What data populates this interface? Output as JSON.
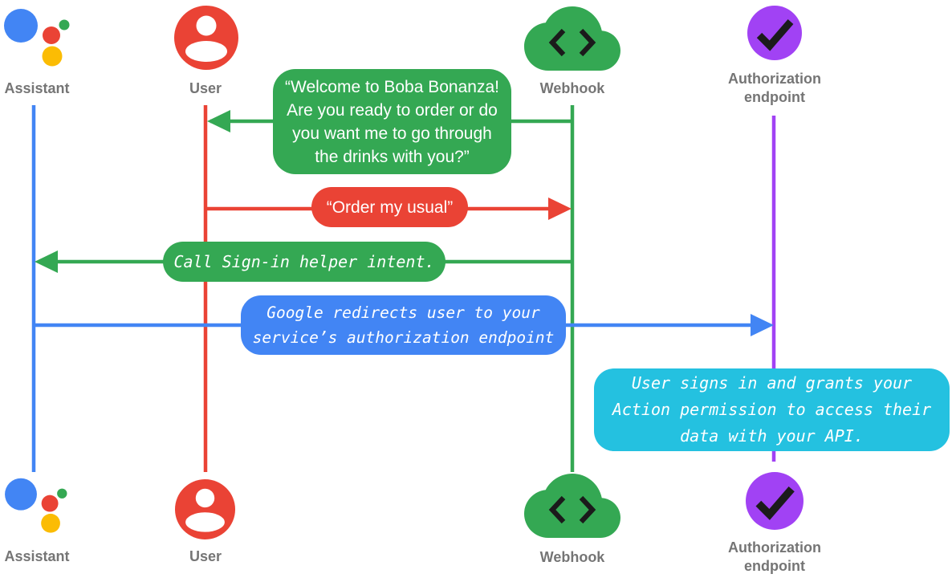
{
  "colors": {
    "assistant_blue": "#4285F4",
    "user_red": "#EA4335",
    "webhook_green": "#34A853",
    "assistant_yellow": "#FBBC04",
    "auth_purple": "#A142F4",
    "note_cyan": "#24C1E0",
    "label_gray": "#757575",
    "glyph_dark": "#1B1B1B",
    "message_text": "#FFFFFF"
  },
  "actors": {
    "assistant": {
      "label": "Assistant"
    },
    "user": {
      "label": "User"
    },
    "webhook": {
      "label": "Webhook"
    },
    "auth": {
      "label": "Authorization endpoint"
    }
  },
  "messages": {
    "welcome": {
      "from": "Webhook",
      "to": "User",
      "lines": [
        "“Welcome to Boba Bonanza!",
        "Are you ready to order or do",
        "you want me to go through",
        "the drinks with you?”"
      ]
    },
    "order": {
      "from": "User",
      "to": "Webhook",
      "lines": [
        "“Order my usual”"
      ]
    },
    "signin": {
      "from": "Webhook",
      "to": "Assistant",
      "lines": [
        "Call Sign-in helper intent."
      ]
    },
    "redirect": {
      "from": "Assistant",
      "to": "Authorization endpoint",
      "lines": [
        "Google redirects user to your",
        "service’s authorization endpoint"
      ]
    },
    "grant": {
      "note_over": "Authorization endpoint",
      "lines": [
        "User signs in and grants your",
        "Action permission to access their",
        "data with your API."
      ]
    }
  }
}
